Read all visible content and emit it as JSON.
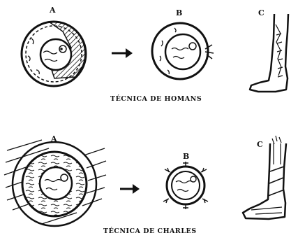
{
  "top": {
    "label_a": "A",
    "label_b": "B",
    "label_c": "C",
    "caption": "TÉCNICA DE HOMANS"
  },
  "bottom": {
    "label_a": "A",
    "label_b": "B",
    "label_c": "C",
    "caption": "TÉCNICA DE CHARLES"
  },
  "colors": {
    "ink": "#111111",
    "paper": "#ffffff"
  }
}
